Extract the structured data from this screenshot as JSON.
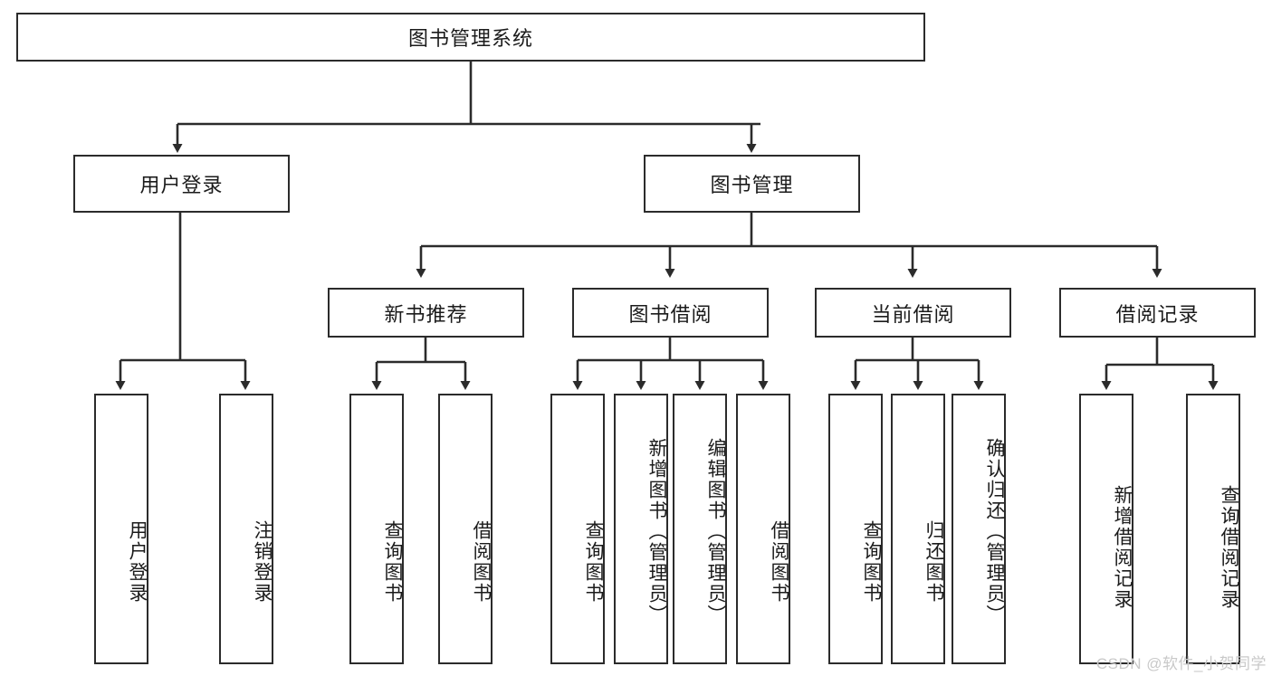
{
  "diagram": {
    "title": "图书管理系统",
    "type": "tree-hierarchy",
    "watermark": "CSDN @软件_小贺同学",
    "colors": {
      "background": "#ffffff",
      "box_border": "#2b2b2b",
      "box_fill": "#ffffff",
      "text": "#1b1b1b",
      "edge": "#2b2b2b",
      "watermark": "#c9c9c9"
    },
    "root": {
      "label": "图书管理系统"
    },
    "level2": [
      {
        "label": "用户登录"
      },
      {
        "label": "图书管理"
      }
    ],
    "level3": [
      {
        "label": "新书推荐"
      },
      {
        "label": "图书借阅"
      },
      {
        "label": "当前借阅"
      },
      {
        "label": "借阅记录"
      }
    ],
    "leaves": {
      "user_login": [
        {
          "label": "用户登录"
        },
        {
          "label": "注销登录"
        }
      ],
      "new_book_recommend": [
        {
          "label": "查询图书"
        },
        {
          "label": "借阅图书"
        }
      ],
      "book_borrow": [
        {
          "label": "查询图书"
        },
        {
          "label": "新增图书（管理员）"
        },
        {
          "label": "编辑图书（管理员）"
        },
        {
          "label": "借阅图书"
        }
      ],
      "current_borrow": [
        {
          "label": "查询图书"
        },
        {
          "label": "归还图书"
        },
        {
          "label": "确认归还（管理员）"
        }
      ],
      "borrow_record": [
        {
          "label": "新增借阅记录"
        },
        {
          "label": "查询借阅记录"
        }
      ]
    }
  }
}
